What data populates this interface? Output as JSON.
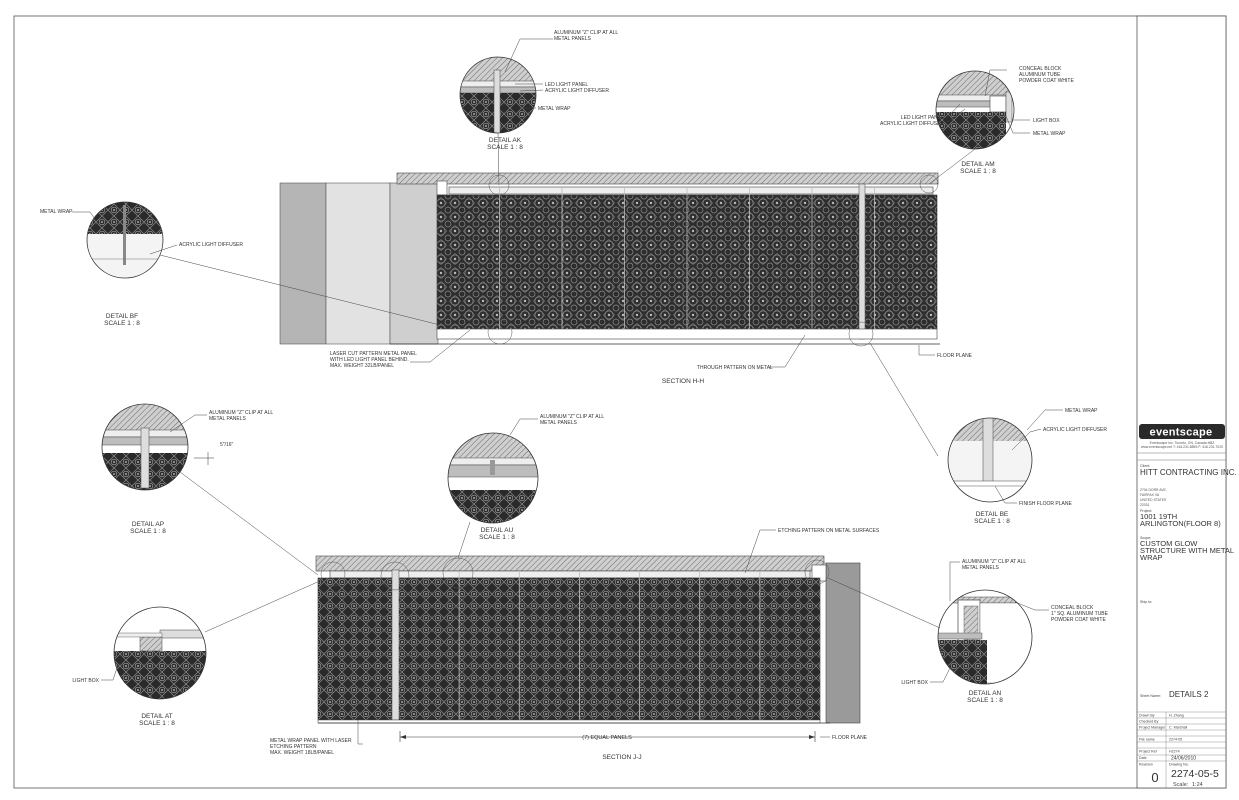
{
  "drawing": {
    "title_block": {
      "brand": "eventscape",
      "brand_fine_print": [
        "Eventscape Inc. Toronto, ON, Canada M8Z",
        "www.eventscape.net  T: 416.231.8855  F: 416.231.7020"
      ],
      "client_label": "Client:",
      "client": "HITT CONTRACTING INC.",
      "address_lines": [
        "2704 DORR AVE,",
        "FAIRFAX VA",
        "UNITED STATES",
        "22031"
      ],
      "project_label": "Project:",
      "project_lines": [
        "1001 19TH",
        "ARLINGTON(FLOOR 8)"
      ],
      "scope_label": "Scope:",
      "scope_lines": [
        "CUSTOM GLOW",
        "STRUCTURE WITH METAL",
        "WRAP"
      ],
      "ship_to_label": "Ship to:",
      "sheet_name_label": "Sheet Name:",
      "sheet_name": "DETAILS 2",
      "drawn_by_label": "Drawn By",
      "drawn_by": "H. Zhang",
      "checked_by_label": "Checked By",
      "checked_by": "",
      "project_manager_label": "Project Manager",
      "project_manager": "C. Marshall",
      "file_name_label": "File name",
      "file_name": "2274-05",
      "project_ref_label": "Project Ref",
      "project_ref": "H2274",
      "date_label": "Date",
      "date": "24/06/2010",
      "revision_label": "Revision",
      "revision": "0",
      "drawing_no_label": "Drawing No.",
      "drawing_no": "2274-05-5",
      "scale_label": "Scale:",
      "scale": "1:24"
    },
    "sections": {
      "hh": "SECTION H-H",
      "jj": "SECTION J-J"
    },
    "details": {
      "ak": {
        "name": "DETAIL AK",
        "scale": "SCALE 1 : 8"
      },
      "am": {
        "name": "DETAIL AM",
        "scale": "SCALE 1 : 8"
      },
      "bf": {
        "name": "DETAIL BF",
        "scale": "SCALE 1 : 8"
      },
      "ap": {
        "name": "DETAIL AP",
        "scale": "SCALE 1 : 8"
      },
      "au": {
        "name": "DETAIL AU",
        "scale": "SCALE 1 : 8"
      },
      "be": {
        "name": "DETAIL BE",
        "scale": "SCALE 1 : 8"
      },
      "at": {
        "name": "DETAIL AT",
        "scale": "SCALE 1 : 8"
      },
      "an": {
        "name": "DETAIL AN",
        "scale": "SCALE 1 : 8"
      }
    },
    "notes": {
      "ak_clip": [
        "ALUMINUM \"Z\" CLIP AT ALL",
        "METAL PANELS"
      ],
      "ak_led": "LED LIGHT PANEL",
      "ak_diffuser": "ACRYLIC LIGHT DIFFUSER",
      "ak_wrap": "METAL WRAP",
      "am_conceal": [
        "CONCEAL BLOCK",
        "ALUMINUM TUBE",
        "POWDER COAT WHITE"
      ],
      "am_led": "LED LIGHT PANEL",
      "am_diffuser": "ACRYLIC LIGHT DIFFUSER",
      "am_lightbox": "LIGHT BOX",
      "am_wrap": "METAL WRAP",
      "bf_wrap": "METAL WRAP",
      "bf_diffuser": "ACRYLIC LIGHT DIFFUSER",
      "hh_panel": [
        "LASER CUT PATTERN METAL PANEL",
        "WITH LED LIGHT PANEL BEHIND.",
        "MAX. WEIGHT 32LB/PANEL"
      ],
      "hh_through": "THROUGH PATTERN ON METAL",
      "hh_floor": "FLOOR PLANE",
      "ap_clip": [
        "ALUMINUM \"Z\" CLIP AT ALL",
        "METAL PANELS"
      ],
      "ap_dim": "5\"/16\"",
      "au_clip": [
        "ALUMINUM \"Z\" CLIP AT ALL",
        "METAL PANELS"
      ],
      "be_wrap": "METAL WRAP",
      "be_diffuser": "ACRYLIC LIGHT DIFFUSER",
      "be_floor": "FINISH FLOOR PLANE",
      "jj_etching": "ETCHING PATTERN ON METAL SURFACES",
      "an_clip": [
        "ALUMINUM \"Z\" CLIP AT ALL",
        "METAL PANELS"
      ],
      "an_conceal": [
        "CONCEAL BLOCK",
        "1\" SQ. ALUMINUM TUBE",
        "POWDER COAT WHITE"
      ],
      "an_lightbox": "LIGHT BOX",
      "at_lightbox": "LIGHT BOX",
      "jj_wrap": [
        "METAL WRAP PANEL WITH LASER",
        "ETCHING PATTERN",
        "MAX. WEIGHT 18LB/PANEL"
      ],
      "jj_equal": "(7) EQUAL PANELS",
      "jj_floor": "FLOOR PLANE"
    }
  },
  "colors": {
    "line": "#333333",
    "panel_dark": "#3a3a3a",
    "hatch": "#777777",
    "light_gray": "#d9d9d9",
    "mid_gray": "#a9a9a9",
    "dark_gray": "#5a5a5a"
  }
}
